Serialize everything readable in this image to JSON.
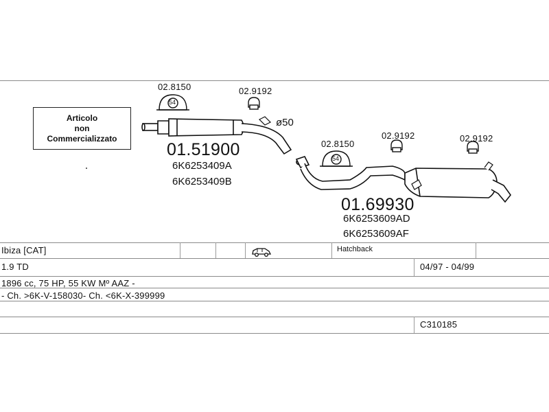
{
  "notice": [
    "Articolo",
    "non",
    "Commercializzato"
  ],
  "parts": [
    {
      "number": "01.51900",
      "oem": [
        "6K6253409A",
        "6K6253409B"
      ]
    },
    {
      "number": "01.69930",
      "oem": [
        "6K6253609AD",
        "6K6253609AF"
      ]
    }
  ],
  "accessories": {
    "mount_a_code": "02.8150",
    "mount_a_badge": "54",
    "mount_b_code": "02.8150",
    "mount_b_badge": "54",
    "clamp_a_code": "02.9192",
    "clamp_b_code": "02.9192",
    "clamp_c_code": "02.9192"
  },
  "pipe_diameter": "ø50",
  "vehicle": {
    "model": "Ibiza  [CAT]",
    "body_type": "Hatchback",
    "engine": "1.9 TD",
    "production_period": "04/97 - 04/99",
    "specs": "1896 cc, 75 HP, 55 KW Mº AAZ -",
    "chassis_range": "- Ch. >6K-V-158030- Ch. <6K-X-399999",
    "catalog_code": "C310185"
  },
  "icons": {
    "body_icon": "car-side-icon"
  }
}
